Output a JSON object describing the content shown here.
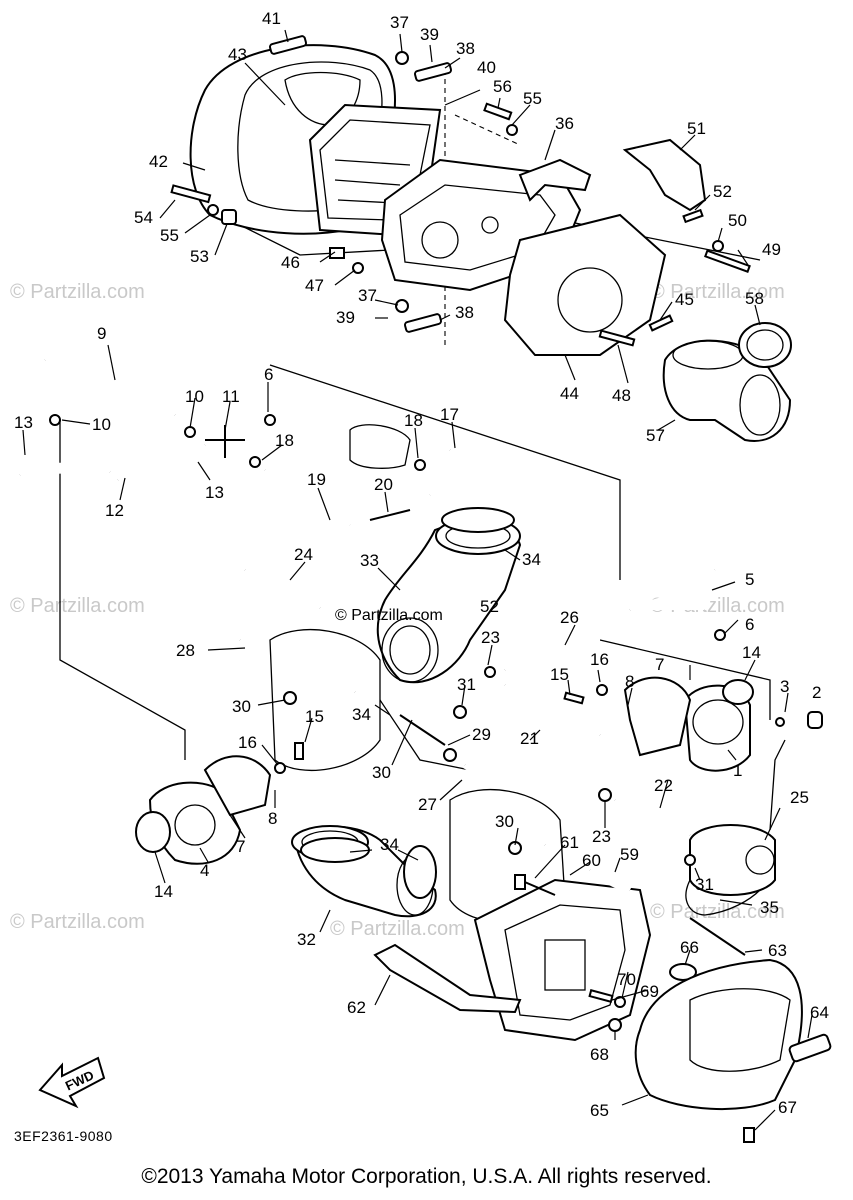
{
  "watermarks": [
    "© Partzilla.com",
    "© Partzilla.com",
    "© Partzilla.com",
    "© Partzilla.com",
    "© Partzilla.com",
    "© Partzilla.com",
    "© Partzilla.com"
  ],
  "center_watermark": "© Partzilla.com",
  "fwd_label": "FWD",
  "diagram_code": "3EF2361-9080",
  "copyright": "©2013 Yamaha Motor Corporation, U.S.A. All rights reserved.",
  "callouts": [
    "41",
    "43",
    "37",
    "39",
    "38",
    "40",
    "56",
    "55",
    "36",
    "51",
    "52",
    "50",
    "49",
    "42",
    "54",
    "55",
    "53",
    "46",
    "47",
    "37",
    "39",
    "38",
    "45",
    "58",
    "44",
    "48",
    "57",
    "9",
    "10",
    "11",
    "6",
    "13",
    "10",
    "13",
    "18",
    "17",
    "18",
    "12",
    "19",
    "20",
    "34",
    "24",
    "33",
    "52",
    "5",
    "6",
    "26",
    "23",
    "28",
    "15",
    "16",
    "7",
    "14",
    "3",
    "2",
    "30",
    "31",
    "8",
    "15",
    "34",
    "29",
    "21",
    "1",
    "16",
    "30",
    "22",
    "23",
    "27",
    "25",
    "8",
    "7",
    "14",
    "4",
    "34",
    "30",
    "61",
    "60",
    "59",
    "31",
    "35",
    "32",
    "66",
    "63",
    "62",
    "70",
    "69",
    "64",
    "68",
    "65",
    "67"
  ]
}
